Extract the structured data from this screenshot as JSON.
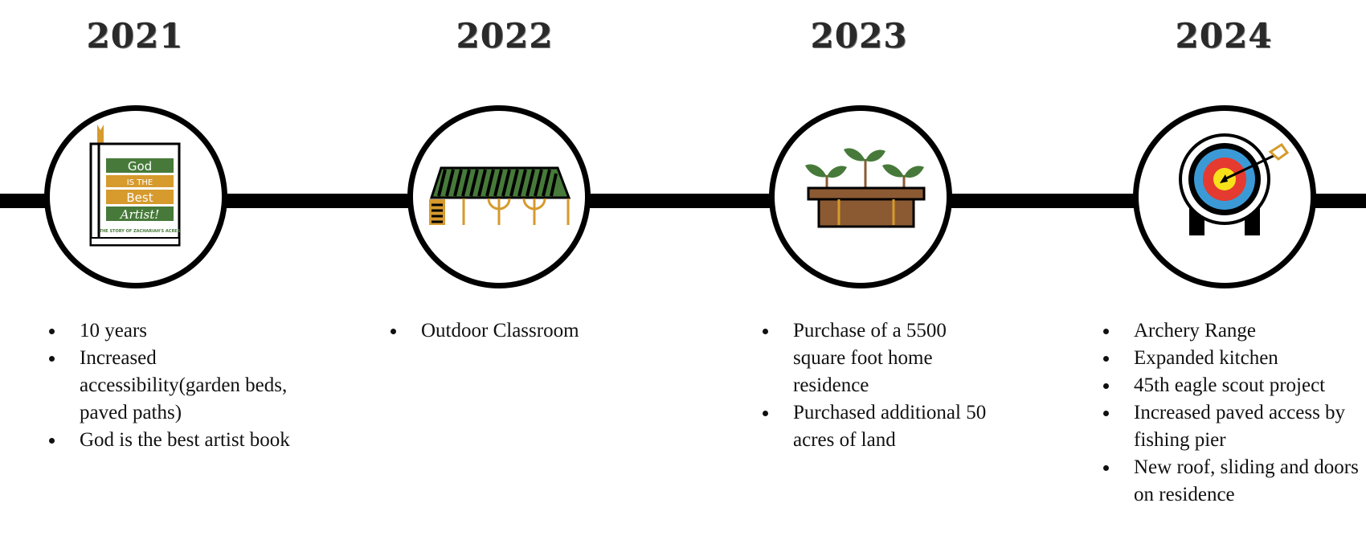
{
  "timeline": [
    {
      "year": "2021",
      "icon": "book-icon",
      "book": {
        "line1": "God",
        "line2": "IS THE",
        "line3": "Best",
        "line4": "Artist!",
        "subtitle": "THE STORY OF ZACHARIAH'S ACRES"
      },
      "items": [
        "10 years",
        "Increased accessibility(garden beds, paved paths)",
        "God is the best artist book"
      ]
    },
    {
      "year": "2022",
      "icon": "pavilion-icon",
      "items": [
        "Outdoor Classroom"
      ]
    },
    {
      "year": "2023",
      "icon": "planter-icon",
      "items": [
        "Purchase of a 5500 square foot home residence",
        "Purchased additional 50 acres of land"
      ]
    },
    {
      "year": "2024",
      "icon": "archery-target-icon",
      "items": [
        "Archery Range",
        "Expanded kitchen",
        "45th eagle scout project",
        "Increased paved access by fishing pier",
        "New roof, sliding and doors on residence"
      ]
    }
  ],
  "colors": {
    "green": "#477a3a",
    "gold": "#d69a2d",
    "brown": "#8b5a33",
    "target_blue": "#3b9ad6",
    "target_red": "#e53a2f",
    "target_yellow": "#f7e21a"
  }
}
